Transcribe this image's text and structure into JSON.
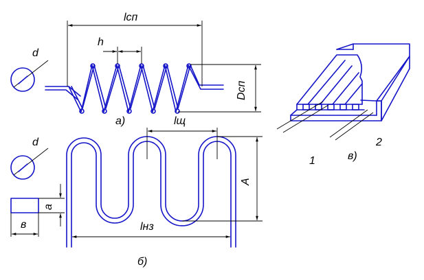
{
  "figure": {
    "panel_a_label": "а)",
    "panel_b_label": "б)",
    "panel_v_label": "в)",
    "colors": {
      "element": "#1414c8",
      "dimension": "#000000",
      "background": "#ffffff"
    },
    "labels": {
      "l_sp": "lсп",
      "h": "h",
      "d_top": "d",
      "D_sp": "Dсп",
      "l_sch": "lщ",
      "d_mid": "d",
      "A": "A",
      "a": "a",
      "v": "в",
      "l_nz": "lнз",
      "num_1": "1",
      "num_2": "2"
    }
  }
}
